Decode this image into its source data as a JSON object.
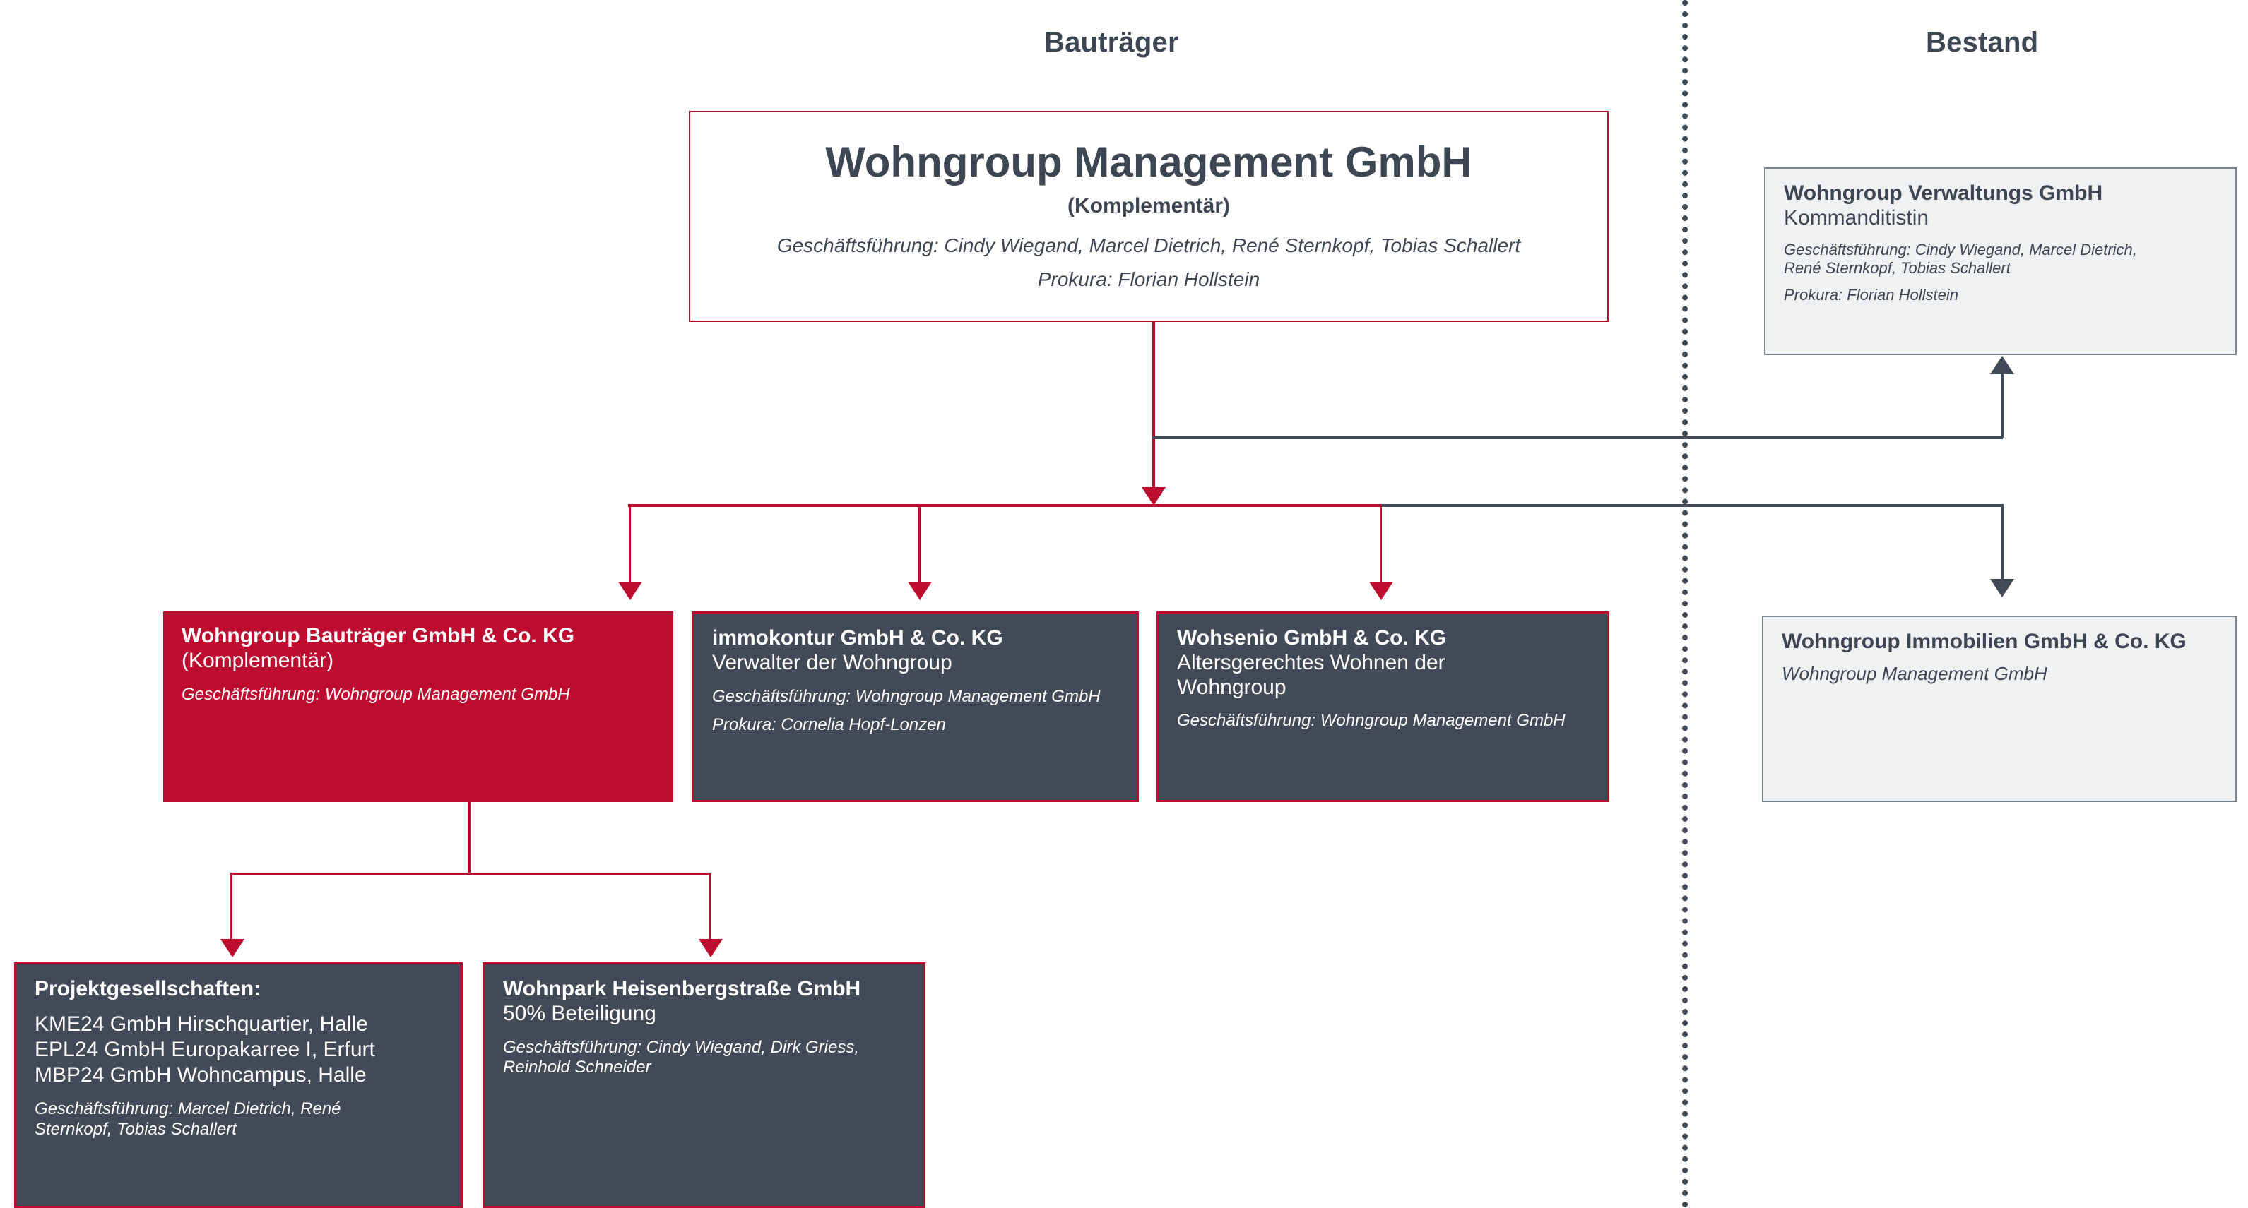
{
  "headers": {
    "left": "Bauträger",
    "right": "Bestand"
  },
  "colors": {
    "accent_red": "#bd0c2f",
    "dark_slate": "#424a57",
    "light_gray": "#eff1f3",
    "white": "#ffffff"
  },
  "root": {
    "title": "Wohngroup Management GmbH",
    "subtitle": "(Komplementär)",
    "management": "Geschäftsführung: Cindy Wiegand, Marcel Dietrich, René Sternkopf, Tobias Schallert",
    "prokura": "Prokura: Florian Hollstein"
  },
  "verwaltungs": {
    "title": "Wohngroup Verwaltungs GmbH",
    "subtitle": "Kommanditistin",
    "management_line1": "Geschäftsführung: Cindy Wiegand, Marcel Dietrich,",
    "management_line2": "René Sternkopf, Tobias Schallert",
    "prokura": "Prokura: Florian Hollstein"
  },
  "bautraeger_kg": {
    "title": "Wohngroup Bauträger GmbH & Co. KG",
    "subtitle": "(Komplementär)",
    "management": "Geschäftsführung: Wohngroup Management GmbH"
  },
  "immokontur": {
    "title": "immokontur GmbH & Co. KG",
    "subtitle": "Verwalter der Wohngroup",
    "management": "Geschäftsführung: Wohngroup Management GmbH",
    "prokura": "Prokura: Cornelia Hopf-Lonzen"
  },
  "wohsenio": {
    "title": "Wohsenio GmbH & Co. KG",
    "subtitle_line1": "Altersgerechtes Wohnen der",
    "subtitle_line2": "Wohngroup",
    "management": "Geschäftsführung: Wohngroup Management GmbH"
  },
  "immobilien": {
    "title": "Wohngroup Immobilien GmbH & Co. KG",
    "management": "Wohngroup Management GmbH"
  },
  "projektgesellschaften": {
    "title": "Projektgesellschaften:",
    "items": [
      "KME24 GmbH Hirschquartier, Halle",
      "EPL24 GmbH Europakarree I, Erfurt",
      "MBP24 GmbH Wohncampus, Halle"
    ],
    "management_line1": "Geschäftsführung: Marcel Dietrich, René",
    "management_line2": "Sternkopf, Tobias Schallert"
  },
  "wohnpark": {
    "title": "Wohnpark Heisenbergstraße GmbH",
    "subtitle": "50% Beteiligung",
    "management_line1": "Geschäftsführung: Cindy Wiegand, Dirk Griess,",
    "management_line2": "Reinhold Schneider"
  }
}
